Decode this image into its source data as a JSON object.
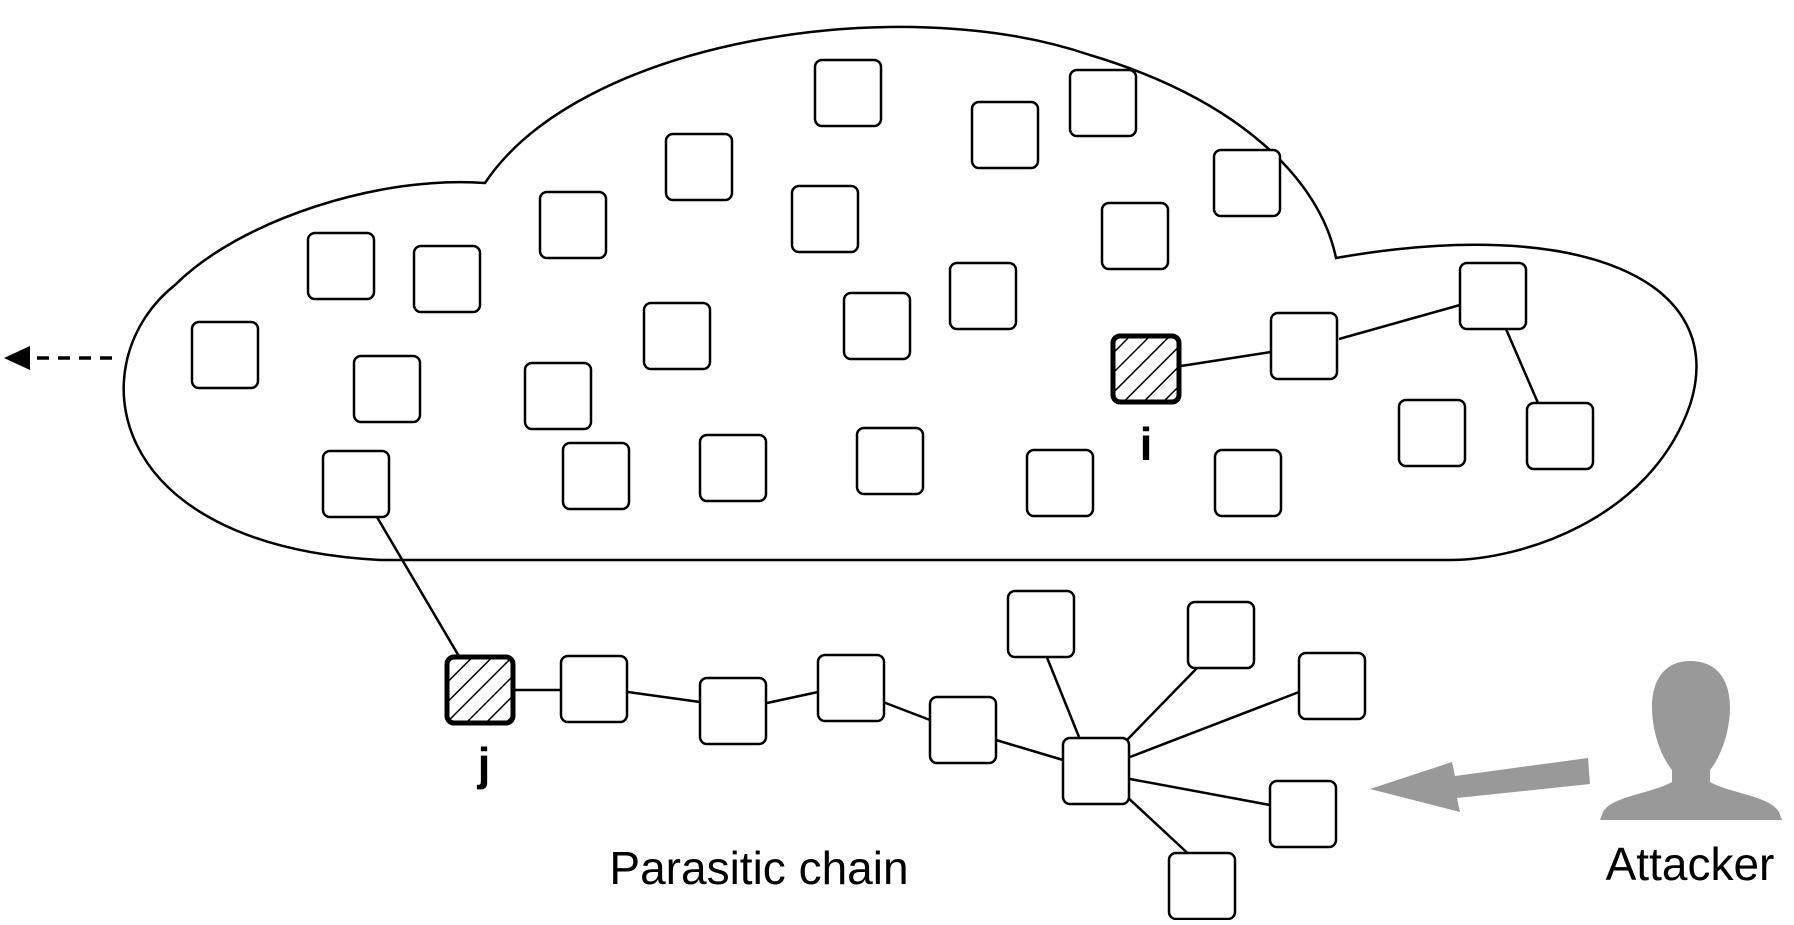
{
  "labels": {
    "node_i": "i",
    "node_j": "j",
    "parasitic_chain": "Parasitic chain",
    "attacker": "Attacker"
  },
  "colors": {
    "stroke": "#000000",
    "attacker": "#999999",
    "background": "#ffffff"
  },
  "icons": {
    "attacker": "person-silhouette-icon",
    "attack_arrow": "arrow-left-icon",
    "exit_arrow": "dashed-arrow-left-icon"
  }
}
